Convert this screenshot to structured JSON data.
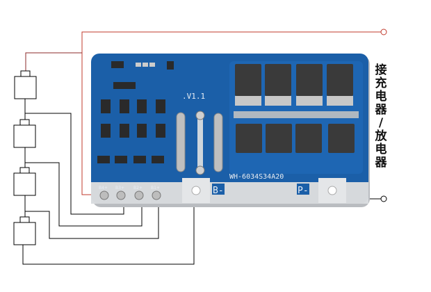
{
  "board": {
    "version": ".V1.1",
    "model": "WH-6034S34A20",
    "pad_labels": [
      "B4+",
      "B3+",
      "B2+",
      "B1+"
    ],
    "b_minus": "B-",
    "p_minus": "P-"
  },
  "side_label": [
    "接",
    "充",
    "电",
    "器",
    "/",
    "放",
    "电",
    "器"
  ],
  "colors": {
    "board": "#1b5fa8",
    "positive_wire": "#c0392b",
    "wire": "#000000"
  }
}
